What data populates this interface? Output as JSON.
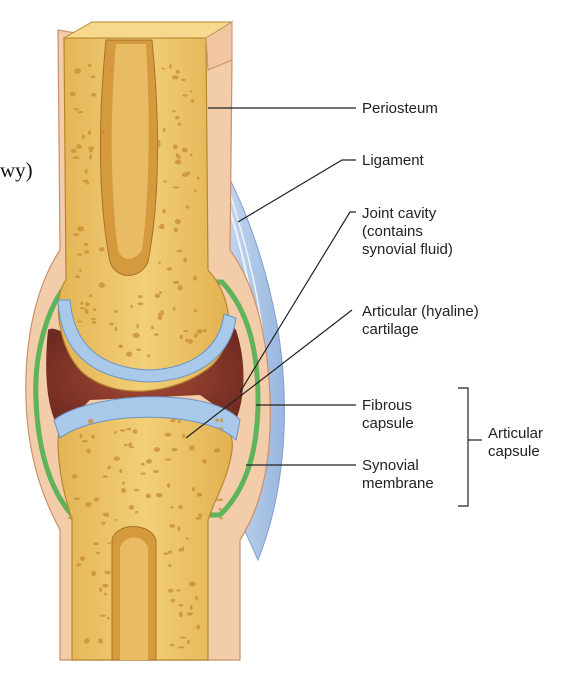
{
  "fragment_text": "wy)",
  "labels": {
    "periosteum": "Periosteum",
    "ligament": "Ligament",
    "joint_cavity": [
      "Joint cavity",
      "(contains",
      "synovial fluid)"
    ],
    "articular_cartilage": [
      "Articular (hyaline)",
      "cartilage"
    ],
    "fibrous_capsule": [
      "Fibrous",
      "capsule"
    ],
    "synovial_membrane": [
      "Synovial",
      "membrane"
    ],
    "articular_capsule": [
      "Articular",
      "capsule"
    ]
  },
  "colors": {
    "bone": "#ecc468",
    "spongy_hole": "#c88a32",
    "periosteum": "#f2c9a8",
    "cartilage": "#a9c9ea",
    "synovial_membrane": "#7cc87a",
    "joint_cavity": "#8e3a2c",
    "ligament": "#b6cce8"
  }
}
